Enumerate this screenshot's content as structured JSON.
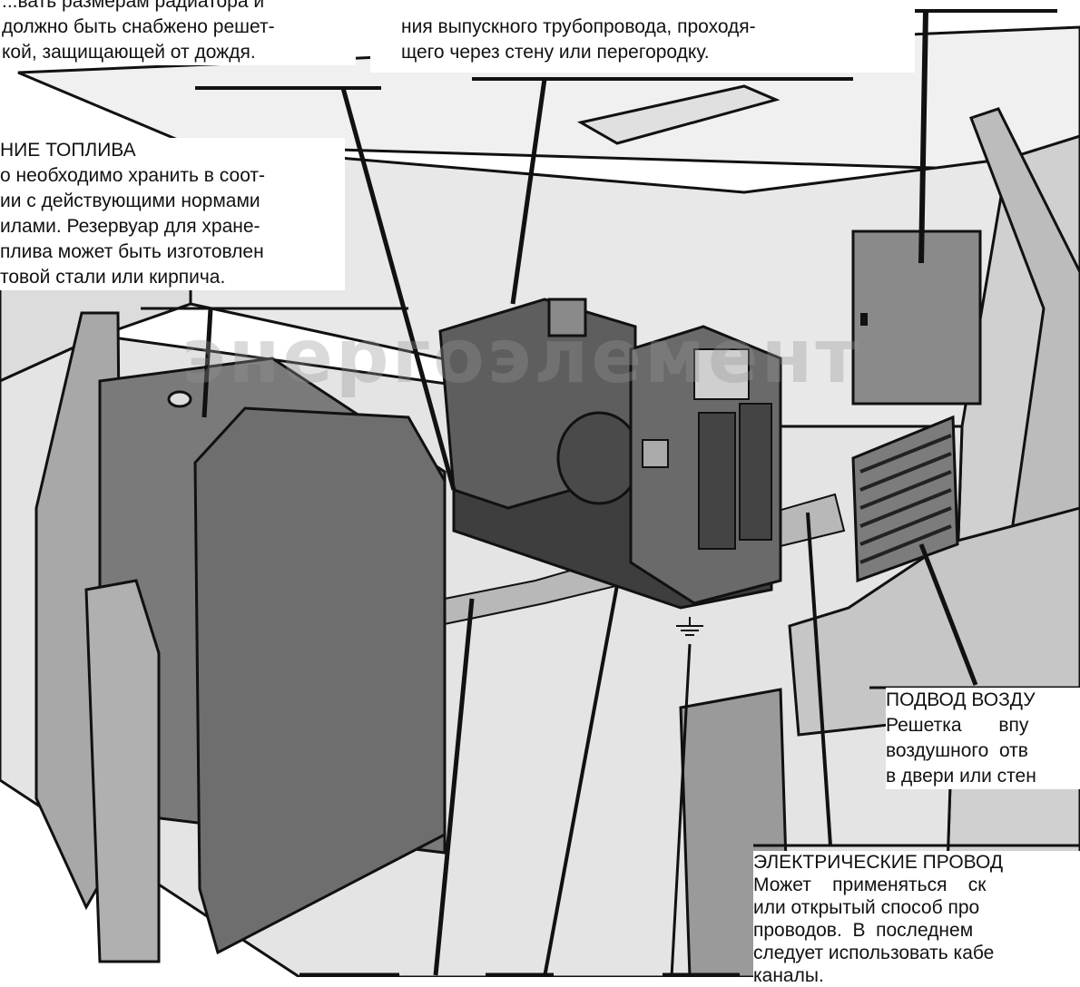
{
  "callouts": {
    "radiator": {
      "lines": [
        "...вать размерам радиатора и",
        "должно быть снабжено решет-",
        "кой, защищающей от дождя."
      ]
    },
    "exhaust": {
      "lines": [
        "ния выпускного трубопровода, проходя-",
        "щего через стену или перегородку."
      ]
    },
    "fuel": {
      "heading": "НИЕ ТОПЛИВА",
      "lines": [
        "о необходимо хранить в соот-",
        "ии с действующими нормами",
        "илами. Резервуар для хране-",
        "плива может быть изготовлен",
        "товой стали или кирпича."
      ]
    },
    "air": {
      "heading": "ПОДВОД ВОЗДУ",
      "lines": [
        "Решетка       впу",
        "воздушного  отв",
        "в двери или стен"
      ]
    },
    "wiring": {
      "heading": "ЭЛЕКТРИЧЕСКИЕ ПРОВОД",
      "lines": [
        "Может    применяться    ск",
        "или открытый способ про",
        "проводов.  В  последнем",
        "следует использовать кабе",
        "каналы."
      ]
    }
  },
  "watermark": "энергоэлемент",
  "colors": {
    "floor": "#e4e4e4",
    "wall": "#d6d6d6",
    "tank": "#7a7a7a",
    "generator": "#5e5e5e",
    "line": "#111111"
  }
}
